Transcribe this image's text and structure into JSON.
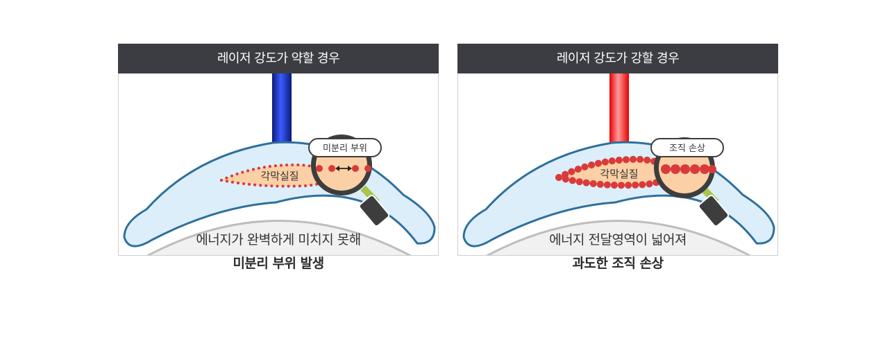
{
  "panels": [
    {
      "title": "레이저 강도가 약할 경우",
      "tissue_label": "각막실질",
      "magnifier_label": "미분리 부위",
      "caption_line1": "에너지가 완벽하게 미치지 못해",
      "caption_line2": "미분리 부위 발생",
      "beam_color": "#1a2fb0"
    },
    {
      "title": "레이저 강도가 강할 경우",
      "tissue_label": "각막실질",
      "magnifier_label": "조직 손상",
      "caption_line1": "에너지 전달영역이 넓어져",
      "caption_line2": "과도한 조직 손상",
      "beam_color": "#ff1a1a"
    }
  ],
  "colors": {
    "header_bg": "#3b3d42",
    "cornea_fill": "#dbeefa",
    "cornea_stroke": "#2f6f9c",
    "stroma_fill": "#fbd0a6",
    "dot_red": "#d93a3a",
    "magnifier_rim": "#3d3d3d",
    "handle_green": "#a7c64a"
  }
}
